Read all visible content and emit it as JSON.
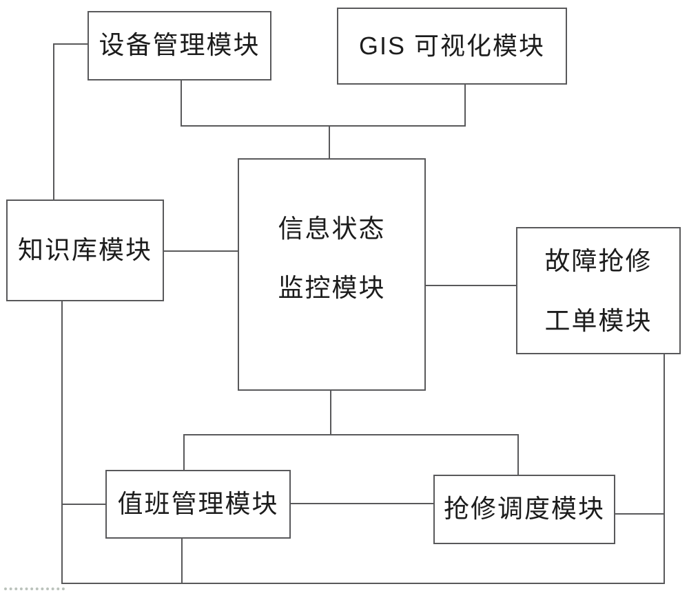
{
  "diagram": {
    "type": "block-diagram",
    "description": "System module architecture diagram (patent-figure style) with orthogonal connectors",
    "nodes": [
      {
        "id": "device-management",
        "label": "设备管理模块",
        "lines": [
          "设备管理模块"
        ]
      },
      {
        "id": "gis-visualization",
        "label": "GIS 可视化模块",
        "lines": [
          "GIS 可视化模块"
        ]
      },
      {
        "id": "knowledge-base",
        "label": "知识库模块",
        "lines": [
          "知识库模块"
        ]
      },
      {
        "id": "info-status-monitoring",
        "label": "信息状态监控模块",
        "lines": [
          "信息状态",
          "监控模块"
        ]
      },
      {
        "id": "fault-repair-workorder",
        "label": "故障抢修工单模块",
        "lines": [
          "故障抢修",
          "工单模块"
        ]
      },
      {
        "id": "duty-management",
        "label": "值班管理模块",
        "lines": [
          "值班管理模块"
        ]
      },
      {
        "id": "repair-dispatch",
        "label": "抢修调度模块",
        "lines": [
          "抢修调度模块"
        ]
      }
    ],
    "edges": [
      {
        "from": "device-management",
        "to": "knowledge-base"
      },
      {
        "from": "device-management",
        "to": "info-status-monitoring"
      },
      {
        "from": "gis-visualization",
        "to": "info-status-monitoring"
      },
      {
        "from": "knowledge-base",
        "to": "info-status-monitoring"
      },
      {
        "from": "info-status-monitoring",
        "to": "fault-repair-workorder"
      },
      {
        "from": "info-status-monitoring",
        "to": "duty-management"
      },
      {
        "from": "info-status-monitoring",
        "to": "repair-dispatch"
      },
      {
        "from": "knowledge-base",
        "to": "duty-management"
      },
      {
        "from": "duty-management",
        "to": "repair-dispatch"
      },
      {
        "from": "fault-repair-workorder",
        "to": "repair-dispatch"
      },
      {
        "from": "knowledge-base",
        "to": "bottom-rail"
      },
      {
        "from": "duty-management",
        "to": "bottom-rail"
      },
      {
        "from": "fault-repair-workorder",
        "to": "bottom-rail"
      }
    ],
    "colors": {
      "line": "#58585a",
      "text": "#1c1c1c",
      "background": "#ffffff"
    }
  }
}
